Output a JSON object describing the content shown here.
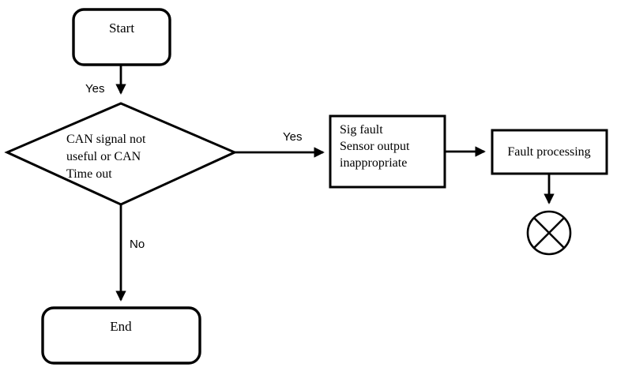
{
  "diagram": {
    "colors": {
      "background": "#ffffff",
      "line": "#000000",
      "node_fill": "#ffffff"
    },
    "nodes": {
      "start": {
        "label": "Start"
      },
      "decision": {
        "lines": [
          "CAN signal not",
          "useful or CAN",
          "Time out"
        ]
      },
      "sig_fault": {
        "lines": [
          "Sig fault",
          "Sensor output",
          "inappropriate"
        ]
      },
      "fault_processing": {
        "label": "Fault processing"
      },
      "end_node": {
        "label": "End"
      }
    },
    "edge_labels": {
      "start_to_decision": "Yes",
      "decision_to_sig_fault": "Yes",
      "decision_to_end": "No"
    },
    "symbols": {
      "terminator": "circle-x-icon"
    }
  }
}
